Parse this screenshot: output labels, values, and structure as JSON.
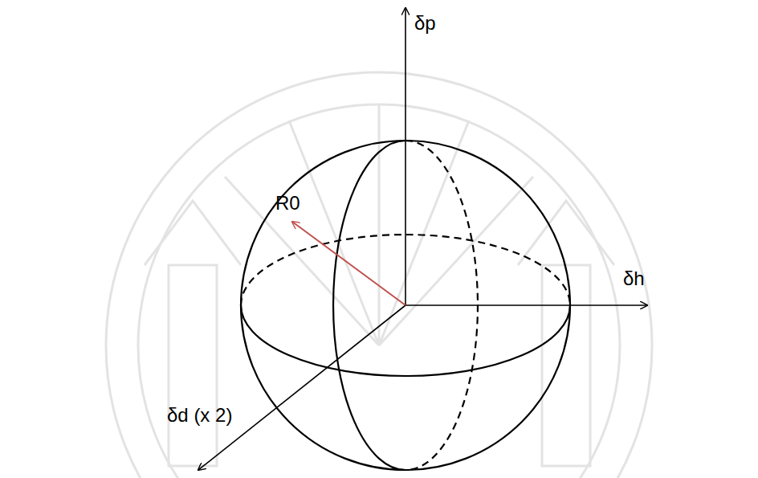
{
  "diagram": {
    "labels": [
      "δp",
      "δh",
      "δd (x 2)",
      "R0"
    ]
  }
}
